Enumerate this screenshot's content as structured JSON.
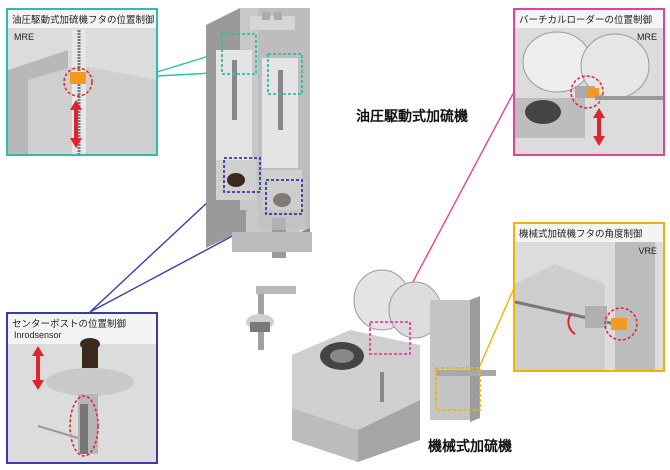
{
  "labels": {
    "hydraulic_machine": "油圧駆動式加硫機",
    "mechanical_machine": "機械式加硫機"
  },
  "callouts": {
    "hydraulic_lid": {
      "title": "油圧駆動式加硫機フタの位置制御",
      "sensor": "MRE",
      "color": "#2bbfa8"
    },
    "vertical_loader": {
      "title": "バーチカルローダーの位置制御",
      "sensor": "MRE",
      "color": "#e0449a"
    },
    "mechanical_lid_angle": {
      "title": "機械式加硫機フタの角度制御",
      "sensor": "VRE",
      "color": "#f0b400"
    },
    "center_post": {
      "title": "センターポストの位置制御",
      "sensor": "Inrodsensor",
      "color": "#3a3aa8"
    }
  },
  "accent": {
    "arrow_red": "#e0242c",
    "sensor_orange": "#f29a1e",
    "dashed_red": "#e0242c"
  }
}
